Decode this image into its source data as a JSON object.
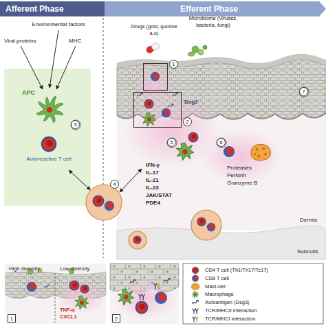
{
  "diagram": {
    "nodes": [
      {
        "text": [
          "Afferent Phase"
        ]
      },
      {
        "text": [
          "Efferent Phase"
        ]
      },
      {
        "text": [
          "APC"
        ]
      },
      {
        "text": [
          "Autoreactive T cell"
        ]
      },
      {
        "text": [
          "4"
        ]
      },
      {
        "text": [
          "1"
        ]
      },
      {
        "text": [
          "2"
        ]
      },
      {
        "text": [
          "1",
          "High diversity",
          "Low diversity",
          "TNF-α",
          "CXCL1"
        ]
      },
      {
        "text": [
          "2"
        ]
      }
    ],
    "edges": [
      {
        "from": 3,
        "to": 4,
        "arrow": "both"
      }
    ],
    "labels": [
      "Environmental factors",
      "Viral proteins",
      "MHC",
      "3",
      "Drugs (gold, quinine a.o)",
      "Microbiome (Viruses, bacteria, fungi)",
      "Dsg3",
      "5",
      "6",
      "7",
      "IFN-γ",
      "IL-17",
      "IL-21",
      "IL-23",
      "JAK/STAT",
      "PDE4",
      "Proteases",
      "Perforin",
      "Granzyme B",
      "Dermis",
      "Subcutis"
    ],
    "legend": [
      {
        "text": "CD4 T cell (Th1/Th17/Tc17)"
      },
      {
        "text": "CD8 T cell"
      },
      {
        "text": "Mast cell"
      },
      {
        "text": "Macrophage"
      },
      {
        "text": "Autoantigen (Dsg3)"
      },
      {
        "text": "TCR/MHCII interaction"
      },
      {
        "text": "TCR/MHCI interaction"
      }
    ]
  }
}
